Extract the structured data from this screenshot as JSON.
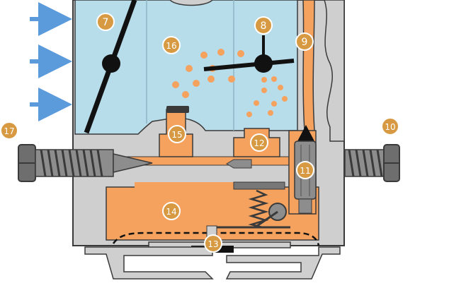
{
  "diagram": {
    "callouts": [
      {
        "id": "c7",
        "label": "7"
      },
      {
        "id": "c8",
        "label": "8"
      },
      {
        "id": "c9",
        "label": "9"
      },
      {
        "id": "c10",
        "label": "10"
      },
      {
        "id": "c11",
        "label": "11"
      },
      {
        "id": "c12",
        "label": "12"
      },
      {
        "id": "c13",
        "label": "13"
      },
      {
        "id": "c14",
        "label": "14"
      },
      {
        "id": "c15",
        "label": "15"
      },
      {
        "id": "c16",
        "label": "16"
      },
      {
        "id": "c17",
        "label": "17"
      }
    ],
    "colors": {
      "air": "#b7dcea",
      "fuel": "#f5a25f",
      "body": "#cfcfcf",
      "outline": "#3a3a3a",
      "badge": "#d79a43",
      "arrow": "#5b9bdc"
    }
  }
}
